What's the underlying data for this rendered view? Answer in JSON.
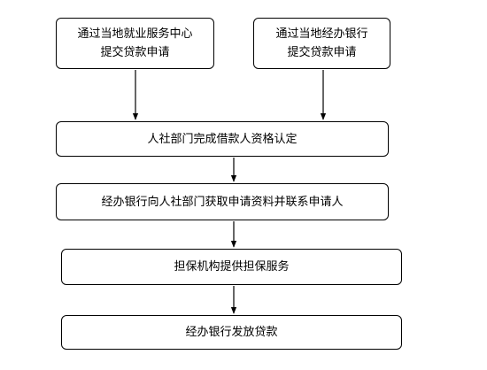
{
  "flowchart": {
    "nodes": [
      {
        "lines": [
          "通过当地就业服务中心",
          "提交贷款申请"
        ]
      },
      {
        "lines": [
          "通过当地经办银行",
          "提交贷款申请"
        ]
      },
      {
        "lines": [
          "人社部门完成借款人资格认定"
        ]
      },
      {
        "lines": [
          "经办银行向人社部门获取申请资料并联系申请人"
        ]
      },
      {
        "lines": [
          "担保机构提供担保服务"
        ]
      },
      {
        "lines": [
          "经办银行发放贷款"
        ]
      }
    ],
    "edges": [
      {
        "from": 0,
        "to": 2
      },
      {
        "from": 1,
        "to": 2
      },
      {
        "from": 2,
        "to": 3
      },
      {
        "from": 3,
        "to": 4
      },
      {
        "from": 4,
        "to": 5
      }
    ],
    "line_color": "#000000"
  }
}
